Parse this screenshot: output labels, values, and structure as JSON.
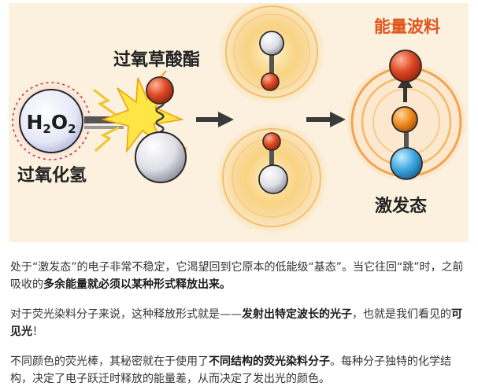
{
  "illustration": {
    "label_h2o2_main": "H",
    "label_h2o2_sub1": "2",
    "label_h2o2_mid": "O",
    "label_h2o2_sub2": "2",
    "label_hydrogen_peroxide": "过氧化氢",
    "label_oxalate_ester": "过氧草酸酯",
    "label_dye": "能量波料",
    "label_excited_state": "激发态",
    "colors": {
      "background": "#fbf1de",
      "dye_label": "#e2541c",
      "text_dark": "#222222",
      "atom_red": "#e04a26",
      "atom_white": "#e8e8ee",
      "atom_blue": "#3ea6df",
      "atom_orange": "#ef8a1c",
      "glow": "#f6b646"
    }
  },
  "paragraphs": [
    {
      "parts": [
        {
          "text": "处于“激发态”的电子非常不稳定，它渴望回到它原本的低能级“基态”。当它往回“跳”时，之前吸收的",
          "bold": false
        },
        {
          "text": "多余能量就必须以某种形式释放出来。",
          "bold": true
        }
      ]
    },
    {
      "parts": [
        {
          "text": "对于荧光染料分子来说，这种释放形式就是——",
          "bold": false
        },
        {
          "text": "发射出特定波长的光子",
          "bold": true
        },
        {
          "text": "，也就是我们看见的",
          "bold": false
        },
        {
          "text": "可见光",
          "bold": true
        },
        {
          "text": "！",
          "bold": false
        }
      ]
    },
    {
      "parts": [
        {
          "text": "不同颜色的荧光棒，其秘密就在于使用了",
          "bold": false
        },
        {
          "text": "不同结构的荧光染料分子",
          "bold": true
        },
        {
          "text": "。每种分子独特的化学结构，决定了电子跃迁时释放的能量差，从而决定了发出光的颜色。",
          "bold": false
        }
      ]
    }
  ]
}
